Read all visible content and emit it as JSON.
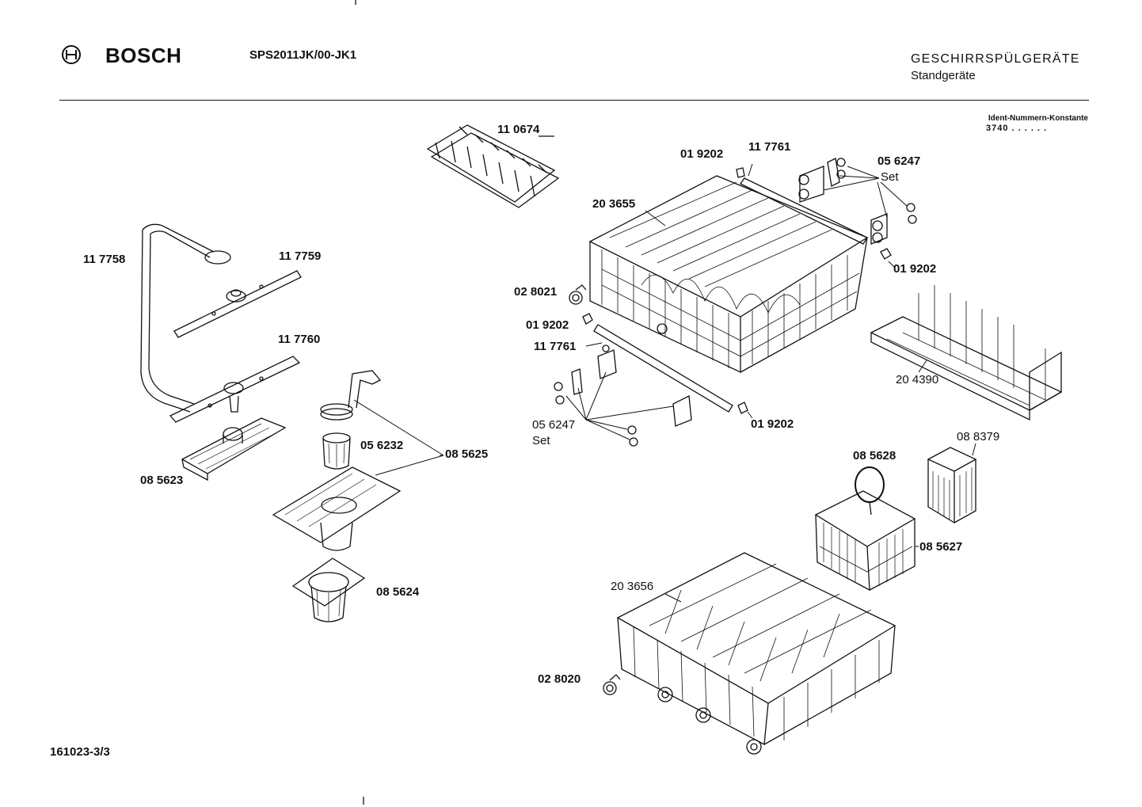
{
  "header": {
    "brand": "BOSCH",
    "model": "SPS2011JK/00-JK1",
    "category_title": "GESCHIRRSPÜLGERÄTE",
    "category_sub": "Standgeräte",
    "ident_label": "Ident-Nummern-Konstante",
    "ident_value": "3740  . .   . . . ."
  },
  "footer": {
    "sheet": "161023-3/3"
  },
  "parts": {
    "p110674": "11 0674",
    "p019202_a": "01 9202",
    "p117761_a": "11 7761",
    "p056247_a": "05 6247",
    "set_a": "Set",
    "p203655": "20 3655",
    "p019202_b": "01 9202",
    "p117758": "11 7758",
    "p117759": "11 7759",
    "p028021": "02 8021",
    "p019202_c": "01 9202",
    "p117761_b": "11 7761",
    "p117760": "11 7760",
    "p204390": "20 4390",
    "p056247_b": "05 6247",
    "set_b": "Set",
    "p019202_d": "01 9202",
    "p056232": "05 6232",
    "p085625": "08 5625",
    "p088379": "08 8379",
    "p085623": "08 5623",
    "p085628": "08 5628",
    "p085627": "08 5627",
    "p203656": "20 3656",
    "p085624": "08 5624",
    "p028020": "02 8020"
  },
  "icons": {
    "logo": "bosch-armature-icon"
  }
}
